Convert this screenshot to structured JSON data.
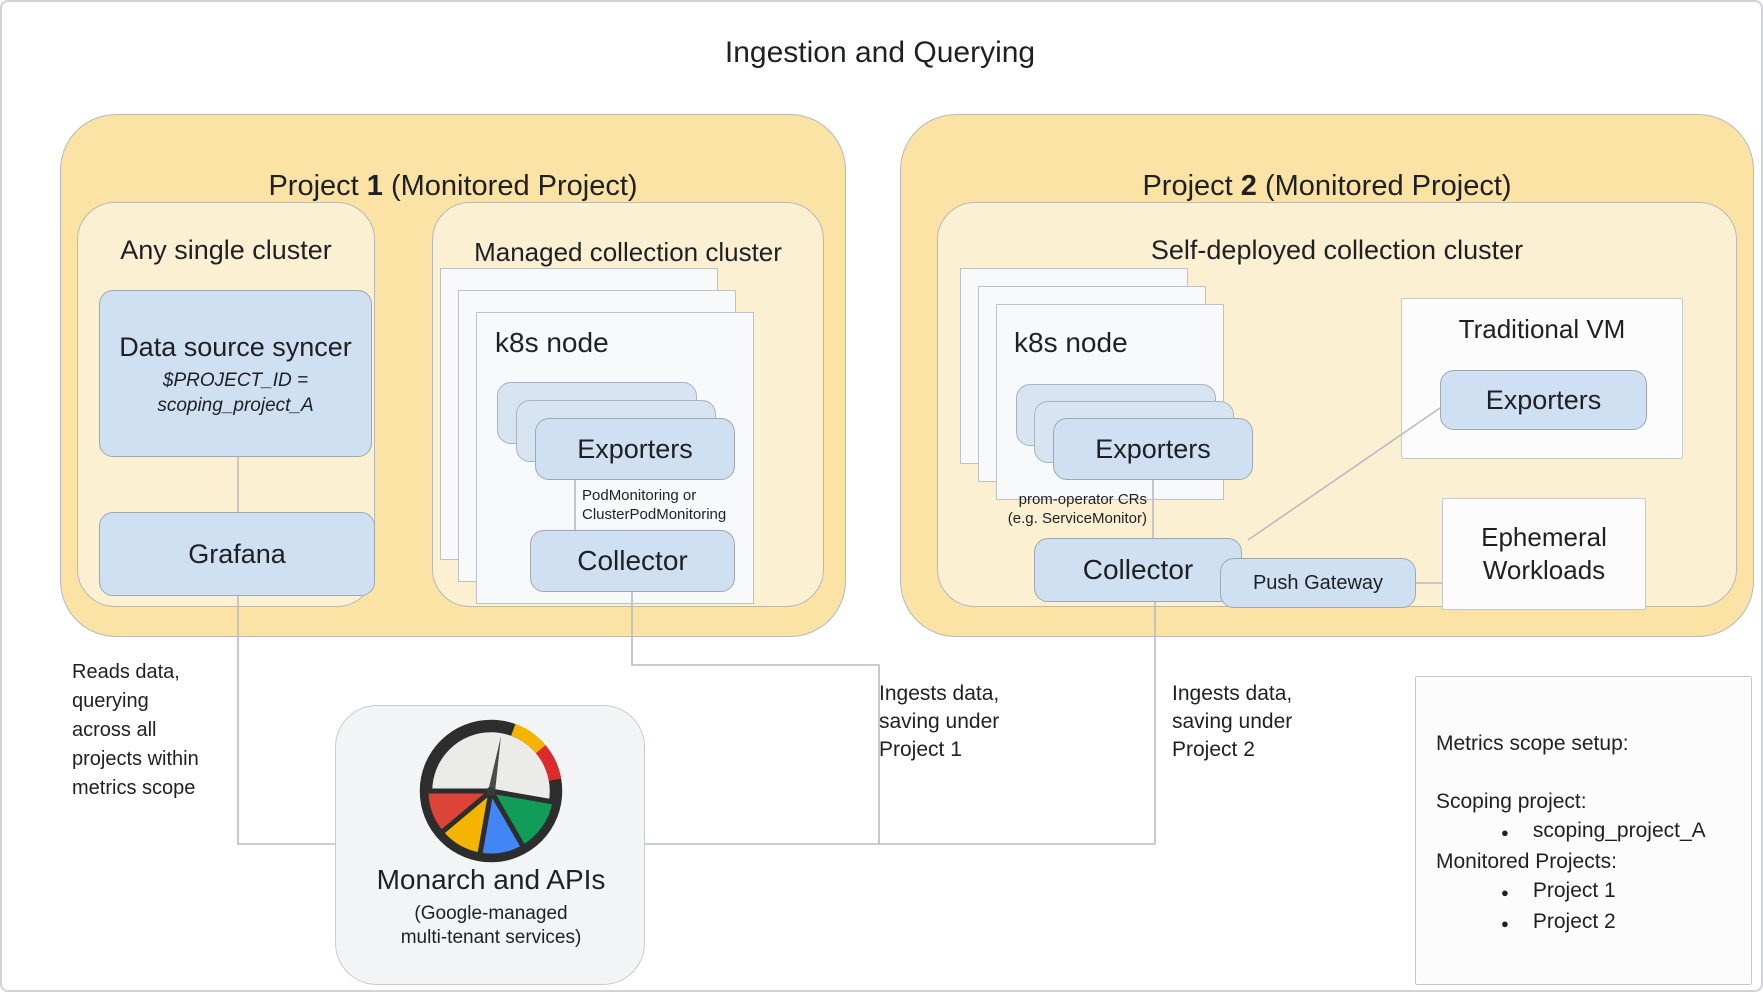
{
  "title": "Ingestion and Querying",
  "project1": {
    "header_prefix": "Project ",
    "header_num": "1",
    "header_suffix": " (Monitored Project)",
    "any_single_cluster": {
      "title": "Any single cluster",
      "data_source_syncer_label": "Data source syncer",
      "syncer_note_line1": "$PROJECT_ID =",
      "syncer_note_line2": "scoping_project_A",
      "grafana_label": "Grafana"
    },
    "managed_cluster": {
      "title": "Managed collection cluster",
      "node_label": "k8s node",
      "exporters_label": "Exporters",
      "monitor_note_line1": "PodMonitoring or",
      "monitor_note_line2": "ClusterPodMonitoring",
      "collector_label": "Collector"
    }
  },
  "project2": {
    "header_prefix": "Project ",
    "header_num": "2",
    "header_suffix": " (Monitored Project)",
    "self_deployed_cluster": {
      "title": "Self-deployed collection cluster",
      "node_label": "k8s node",
      "exporters_label": "Exporters",
      "crs_note_line1": "prom-operator CRs",
      "crs_note_line2": "(e.g. ServiceMonitor)",
      "collector_label": "Collector",
      "push_gateway_label": "Push Gateway",
      "traditional_vm_title": "Traditional VM",
      "traditional_vm_exporters": "Exporters",
      "ephemeral_line1": "Ephemeral",
      "ephemeral_line2": "Workloads"
    }
  },
  "monarch": {
    "title": "Monarch and APIs",
    "subtitle_line1": "(Google-managed",
    "subtitle_line2": "multi-tenant services)",
    "icon": "gauge-icon"
  },
  "annotations": {
    "reads": [
      "Reads data,",
      "querying",
      "across all",
      "projects within",
      "metrics scope"
    ],
    "ingests1": [
      "Ingests data,",
      "saving under",
      "Project 1"
    ],
    "ingests2": [
      "Ingests data,",
      "saving under",
      "Project 2"
    ]
  },
  "metrics_scope": {
    "title": "Metrics scope setup:",
    "scoping_label": "Scoping project:",
    "scoping_value": "scoping_project_A",
    "monitored_label": "Monitored Projects:",
    "monitored_value1": "Project 1",
    "monitored_value2": "Project 2"
  },
  "colors": {
    "project_fill": "#fae3a4",
    "cluster_fill": "#fcf0d2",
    "component_fill": "#cee0f1",
    "card_fill": "#f8f9fa",
    "connector": "#b7bcc2",
    "gauge_red": "#db4437",
    "gauge_gold": "#f4b400",
    "gauge_blue": "#4285f4",
    "gauge_green": "#0f9d58"
  }
}
